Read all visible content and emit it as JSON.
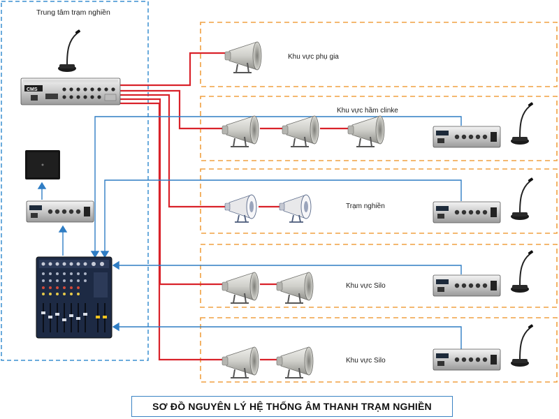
{
  "central": {
    "label": "Trung tâm trạm nghiền"
  },
  "zones": [
    {
      "id": "phu-gia",
      "label": "Khu vực phụ gia"
    },
    {
      "id": "ham-clinke",
      "label": "Khu vực hầm clinke"
    },
    {
      "id": "tram-nghien",
      "label": "Trạm nghiền"
    },
    {
      "id": "silo-1",
      "label": "Khu vực Silo"
    },
    {
      "id": "silo-2",
      "label": "Khu vực Silo"
    }
  ],
  "devices": {
    "mixer_brand": "CMS"
  },
  "colors": {
    "speaker_line": "#d9222a",
    "signal_line": "#2f7dc4",
    "zone_border": "#f0a040",
    "central_border": "#3a8fd0"
  },
  "caption": "SƠ ĐỒ NGUYÊN LÝ HỆ THỐNG ÂM THANH TRẠM NGHIỀN"
}
